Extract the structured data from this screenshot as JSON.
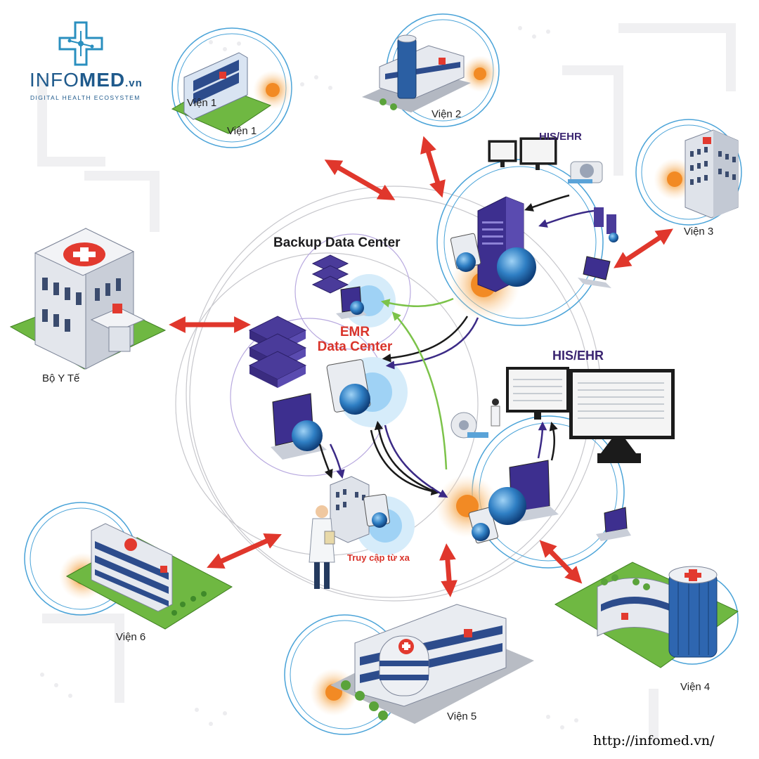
{
  "logo": {
    "brand_light": "INFO",
    "brand_bold": "MED",
    "tld": ".vn",
    "tagline": "DIGITAL HEALTH ECOSYSTEM"
  },
  "nodes": {
    "vien1_sign": "Viện 1",
    "vien1": "Viện 1",
    "vien2": "Viện 2",
    "vien3": "Viện 3",
    "vien4": "Viện 4",
    "vien5": "Viện 5",
    "vien6": "Viện 6",
    "bo_y_te": "Bộ Y Tế",
    "backup_dc": "Backup Data Center",
    "emr_line1": "EMR",
    "emr_line2": "Data Center",
    "his_top": "HIS/EHR",
    "his_right": "HIS/EHR",
    "remote_access": "Truy cập từ xa"
  },
  "footer_url": "http://infomed.vn/",
  "colors": {
    "brand_blue": "#1f5a8c",
    "accent_red": "#d9342b",
    "server_purple": "#4a3b9a",
    "link_green": "#7cc34a",
    "his_purple": "#3a2470"
  }
}
